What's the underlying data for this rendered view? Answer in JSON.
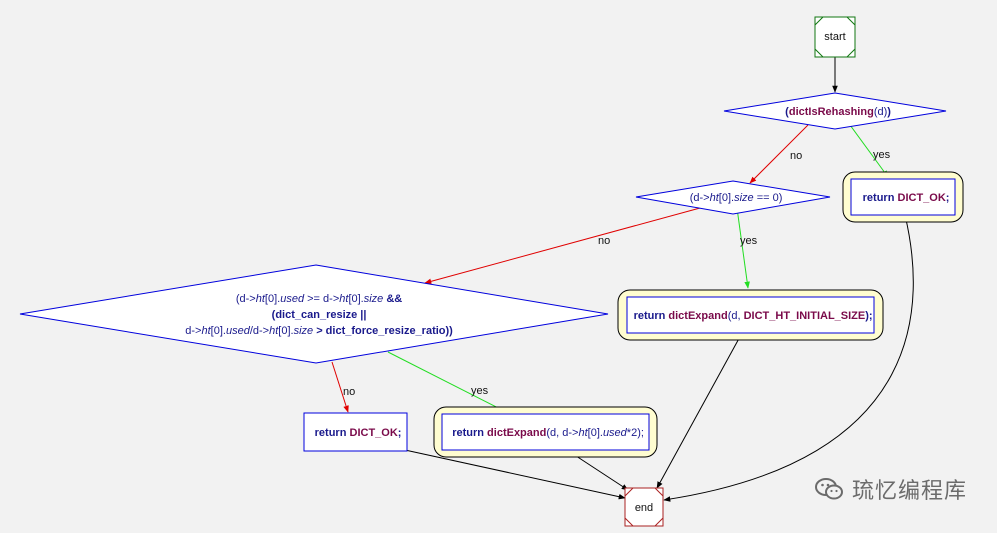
{
  "diagram": {
    "start_label": "start",
    "end_label": "end",
    "cond1": {
      "open": "(",
      "fn": "dictIsRehashing",
      "arg": "(d)",
      "close": ")"
    },
    "cond2": {
      "p1": "(d->",
      "ht": "ht",
      "idx": "[0].",
      "size": "size",
      "rest": " == 0)"
    },
    "cond3": {
      "line1_a": "(d->",
      "line1_ht": "ht",
      "line1_b": "[0].",
      "line1_used": "used",
      "line1_c": " >= d->",
      "line1_ht2": "ht",
      "line1_d": "[0].",
      "line1_size": "size",
      "line1_e": " &&",
      "line2": "(dict_can_resize ||",
      "line3_a": "d->",
      "line3_ht": "ht",
      "line3_b": "[0].",
      "line3_used": "used",
      "line3_c": "/d->",
      "line3_ht2": "ht",
      "line3_d": "[0].",
      "line3_size": "size",
      "line3_e": " > dict_force_resize_ratio))"
    },
    "ret_ok_right": {
      "kw": "return ",
      "val": "DICT_OK",
      "semi": ";"
    },
    "ret_expand_initial": {
      "kw": "return ",
      "fn": "dictExpand",
      "a": "(d, ",
      "val": "DICT_HT_INITIAL_SIZE",
      "b": ");"
    },
    "ret_ok_left": {
      "kw": "return ",
      "val": "DICT_OK",
      "semi": ";"
    },
    "ret_expand_used": {
      "kw": "return ",
      "fn": "dictExpand",
      "a": "(d, d->",
      "ht": "ht",
      "b": "[0].",
      "used": "used",
      "c": "*2);"
    },
    "edge_labels": {
      "c1_no": "no",
      "c1_yes": "yes",
      "c2_no": "no",
      "c2_yes": "yes",
      "c3_no": "no",
      "c3_yes": "yes"
    },
    "colors": {
      "no_edge": "#e00000",
      "yes_edge": "#22dd22",
      "default_edge": "#000000",
      "decision_stroke": "#0000dd",
      "start_stroke": "#117711",
      "end_stroke": "#aa2222",
      "return_fill": "#fffdd0"
    }
  },
  "watermark": {
    "text": "琉忆编程库",
    "icon": "wechat-icon"
  }
}
